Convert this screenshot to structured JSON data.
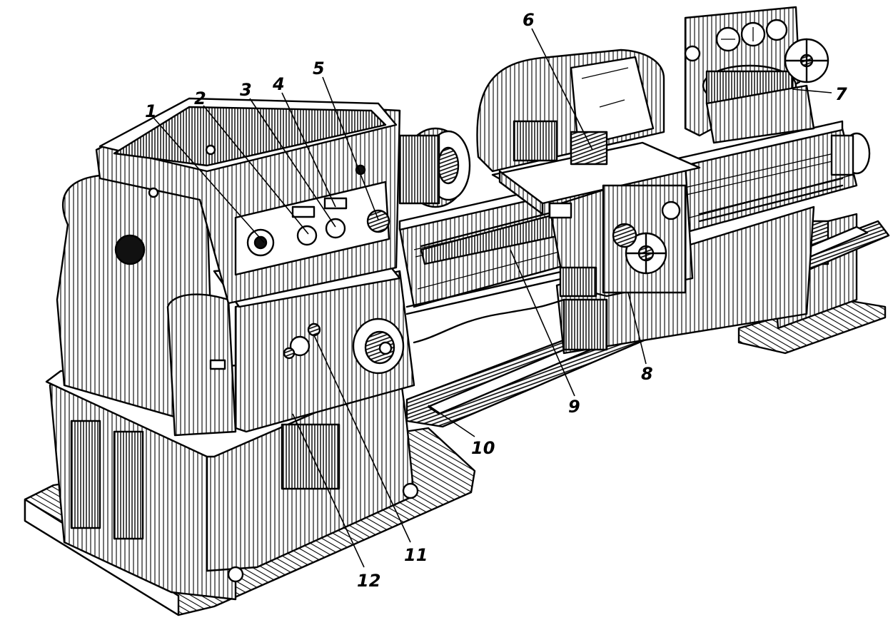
{
  "figure": {
    "callouts": [
      {
        "id": "1",
        "text": "1"
      },
      {
        "id": "2",
        "text": "2"
      },
      {
        "id": "3",
        "text": "3"
      },
      {
        "id": "4",
        "text": "4"
      },
      {
        "id": "5",
        "text": "5"
      },
      {
        "id": "6",
        "text": "6"
      },
      {
        "id": "7",
        "text": "7"
      },
      {
        "id": "8",
        "text": "8"
      },
      {
        "id": "9",
        "text": "9"
      },
      {
        "id": "10",
        "text": "10"
      },
      {
        "id": "11",
        "text": "11"
      },
      {
        "id": "12",
        "text": "12"
      }
    ]
  }
}
